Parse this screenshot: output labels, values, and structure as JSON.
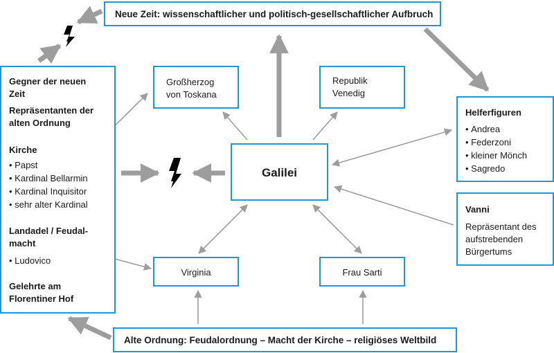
{
  "top_box": "Neue Zeit: wissenschaftlicher und politisch-gesellschaftlicher Aufbruch",
  "bottom_box": "Alte Ordnung: Feudalordnung – Macht der Kirche – religiöses Weltbild",
  "center": "Galilei",
  "grossherzog": [
    "Großherzog",
    "von Toskana"
  ],
  "republik": [
    "Republik",
    "Venedig"
  ],
  "virginia": "Virginia",
  "frau_sarti": "Frau Sarti",
  "gegner": {
    "heading1": [
      "Gegner der neuen",
      "Zeit"
    ],
    "heading2": [
      "Repräsentanten der",
      "alten Ordnung"
    ],
    "kirche": "Kirche",
    "kirche_items": [
      "Papst",
      "Kardinal Bellarmin",
      "Kardinal Inquisitor",
      "sehr alter Kardinal"
    ],
    "landadel": [
      "Landadel / Feudal-",
      "macht"
    ],
    "landadel_items": [
      "Ludovico"
    ],
    "gelehrte": [
      "Gelehrte am",
      "Florentiner Hof"
    ]
  },
  "helfer": {
    "title": "Helferfiguren",
    "items": [
      "Andrea",
      "Federzoni",
      "kleiner Mönch",
      "Sagredo"
    ]
  },
  "vanni": {
    "title": "Vanni",
    "desc": [
      "Repräsentant des",
      "aufstrebenden",
      "Bürgertums"
    ]
  },
  "colors": {
    "box_border": "#1f97d4",
    "arrow": "#9d9d9d",
    "conflict": "#000000"
  },
  "icons": [
    "lightning-icon"
  ]
}
